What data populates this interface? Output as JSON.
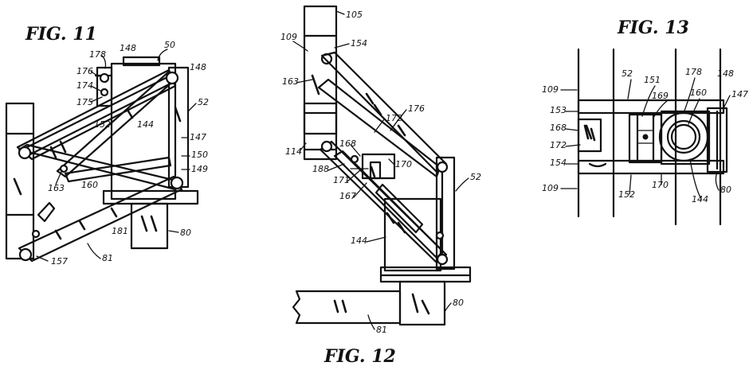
{
  "figures": [
    {
      "title": "FIG. 11",
      "refs": [
        "178",
        "176",
        "174",
        "175",
        "148",
        "50",
        "148",
        "52",
        "152",
        "144",
        "147",
        "150",
        "149",
        "163",
        "160",
        "80",
        "81",
        "157",
        "181"
      ]
    },
    {
      "title": "FIG. 12",
      "refs": [
        "105",
        "109",
        "154",
        "163",
        "176",
        "172",
        "114",
        "168",
        "188",
        "171",
        "170",
        "167",
        "52",
        "144",
        "80",
        "81"
      ]
    },
    {
      "title": "FIG. 13",
      "refs": [
        "109",
        "52",
        "151",
        "178",
        "148",
        "147",
        "153",
        "169",
        "160",
        "168",
        "172",
        "154",
        "109",
        "152",
        "170",
        "144",
        "80"
      ]
    }
  ]
}
